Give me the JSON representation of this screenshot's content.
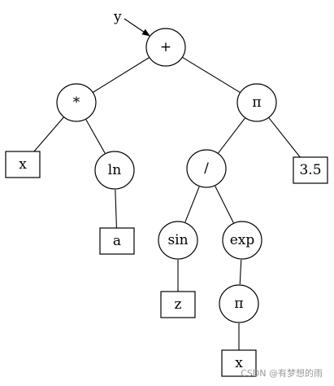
{
  "diagram": {
    "pointer_label": "y",
    "nodes": [
      {
        "id": "plus",
        "shape": "circle",
        "label": "+"
      },
      {
        "id": "mul",
        "shape": "circle",
        "label": "*"
      },
      {
        "id": "pi1",
        "shape": "circle",
        "label": "π"
      },
      {
        "id": "x1",
        "shape": "box",
        "label": "x"
      },
      {
        "id": "ln",
        "shape": "circle",
        "label": "ln"
      },
      {
        "id": "div",
        "shape": "circle",
        "label": "/"
      },
      {
        "id": "c35",
        "shape": "box",
        "label": "3.5"
      },
      {
        "id": "a",
        "shape": "box",
        "label": "a"
      },
      {
        "id": "sin",
        "shape": "circle",
        "label": "sin"
      },
      {
        "id": "exp",
        "shape": "circle",
        "label": "exp"
      },
      {
        "id": "z",
        "shape": "box",
        "label": "z"
      },
      {
        "id": "pi2",
        "shape": "circle",
        "label": "π"
      },
      {
        "id": "x2",
        "shape": "box",
        "label": "x"
      }
    ],
    "edges": [
      [
        "plus",
        "mul"
      ],
      [
        "plus",
        "pi1"
      ],
      [
        "mul",
        "x1"
      ],
      [
        "mul",
        "ln"
      ],
      [
        "ln",
        "a"
      ],
      [
        "pi1",
        "div"
      ],
      [
        "pi1",
        "c35"
      ],
      [
        "div",
        "sin"
      ],
      [
        "div",
        "exp"
      ],
      [
        "sin",
        "z"
      ],
      [
        "exp",
        "pi2"
      ],
      [
        "pi2",
        "x2"
      ]
    ]
  },
  "watermark": "CSDN @有梦想的雨"
}
